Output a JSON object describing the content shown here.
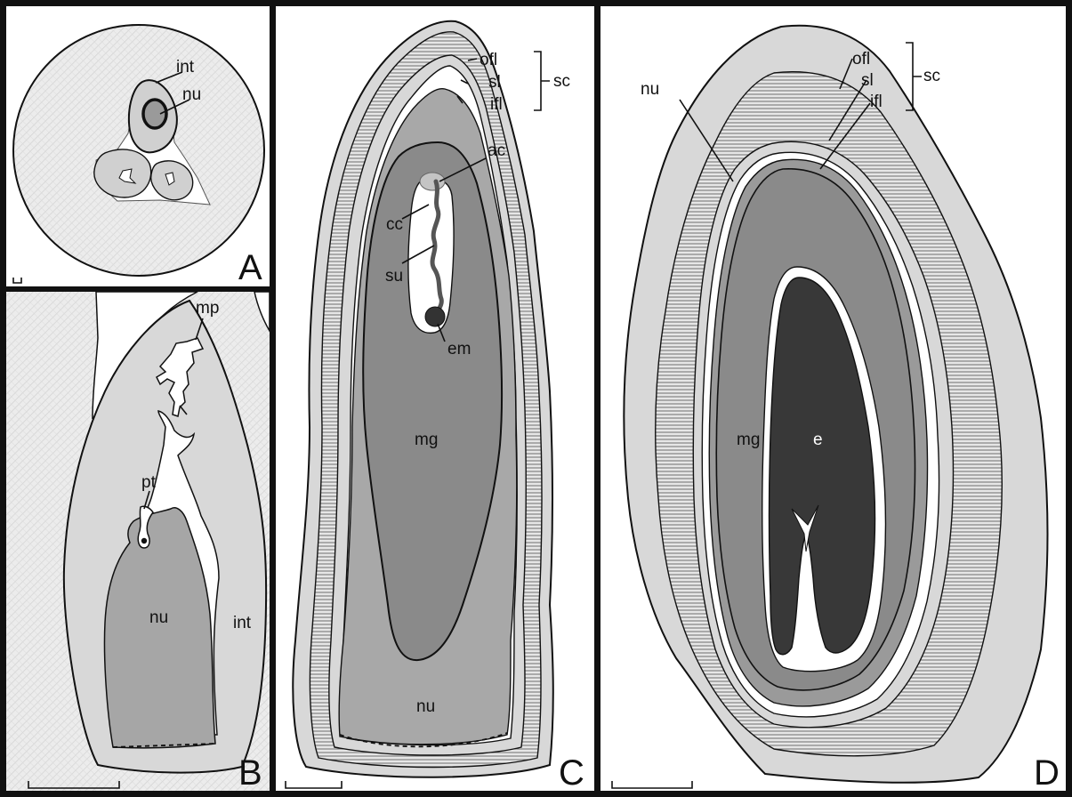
{
  "panels": {
    "a": {
      "letter": "A",
      "labels": {
        "int": "int",
        "nu": "nu"
      }
    },
    "b": {
      "letter": "B",
      "labels": {
        "mp": "mp",
        "pt": "pt",
        "nu": "nu",
        "int": "int"
      }
    },
    "c": {
      "letter": "C",
      "labels": {
        "ofl": "ofl",
        "sl": "sl",
        "ifl": "ifl",
        "sc": "sc",
        "ac": "ac",
        "cc": "cc",
        "su": "su",
        "em": "em",
        "mg": "mg",
        "nu": "nu"
      }
    },
    "d": {
      "letter": "D",
      "labels": {
        "ofl": "ofl",
        "sl": "sl",
        "ifl": "ifl",
        "sc": "sc",
        "nu": "nu",
        "mg": "mg",
        "e": "e"
      }
    }
  },
  "colors": {
    "frame": "#111111",
    "stipple_bg": "#e4e4e4",
    "integument": "#dadada",
    "nucellus": "#a9a9a9",
    "megagametophyte": "#8a8a8a",
    "embryo": "#383838",
    "white": "#ffffff"
  }
}
